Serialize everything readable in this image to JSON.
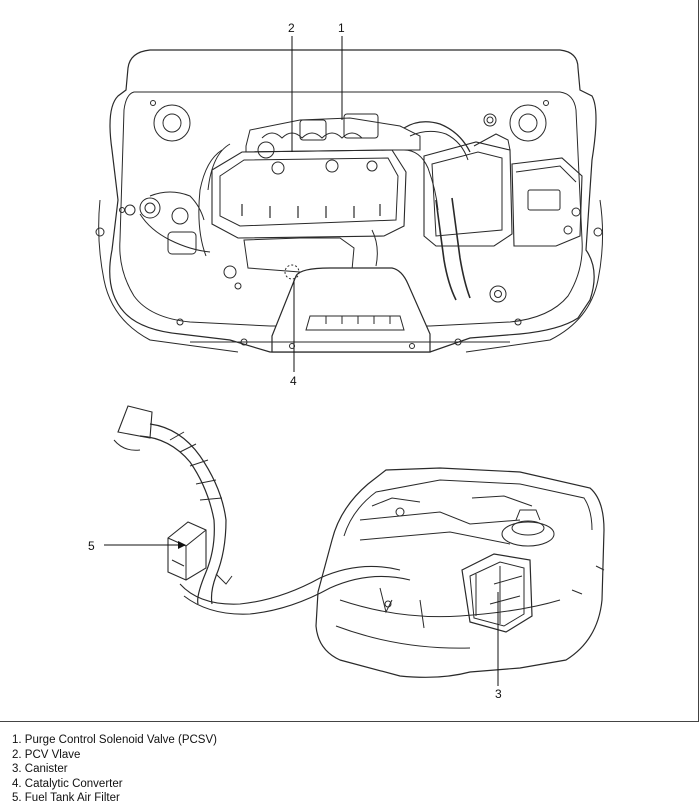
{
  "callouts": {
    "c1": "1",
    "c2": "2",
    "c3": "3",
    "c4": "4",
    "c5": "5"
  },
  "legend": [
    "1. Purge Control Solenoid Valve (PCSV)",
    "2. PCV Vlave",
    "3. Canister",
    "4. Catalytic Converter",
    "5. Fuel Tank Air Filter"
  ],
  "colors": {
    "ink": "#111111",
    "line": "#2a2a2a",
    "frame": "#444444"
  }
}
